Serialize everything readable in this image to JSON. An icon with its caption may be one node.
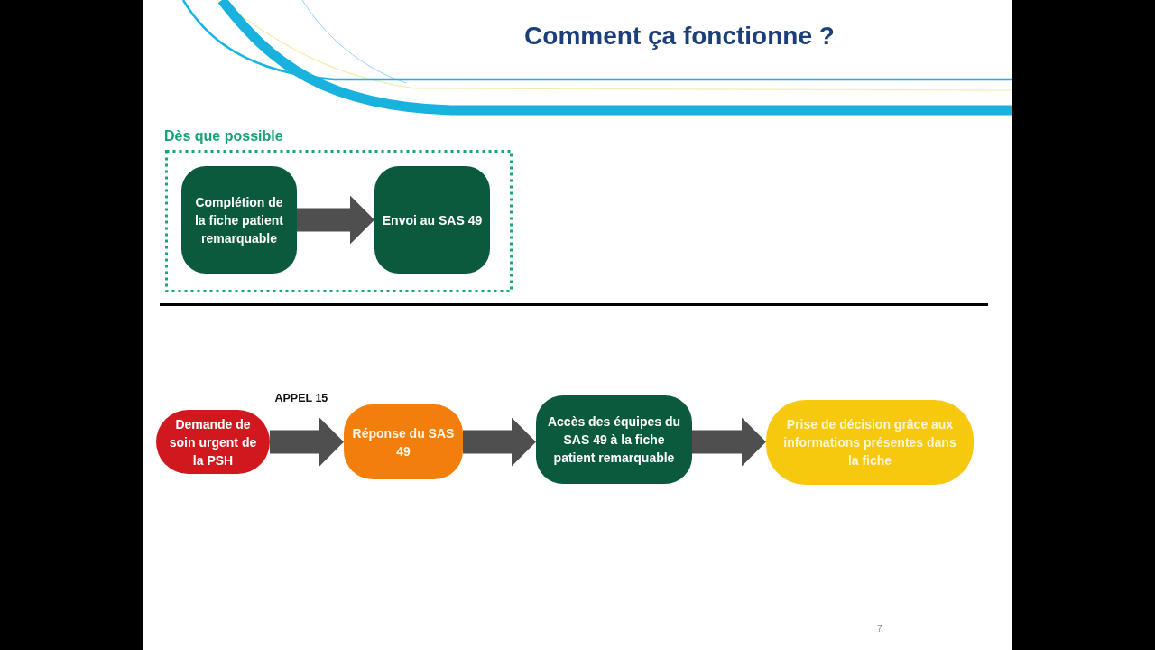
{
  "diagram": {
    "title": "Comment ça fonctionne ?",
    "nodes": [
      {
        "text": [
          "Dès que possible"
        ]
      },
      {
        "text": [
          "Complétion de la fiche patient remarquable"
        ],
        "in": 0
      },
      {
        "text": [
          "Envoi au SAS 49"
        ],
        "in": 0
      },
      {
        "text": [
          "Demande de soin urgent de la PSH"
        ]
      },
      {
        "text": [
          "Réponse du SAS 49"
        ]
      },
      {
        "text": [
          "Accès des équipes du SAS 49 à la fiche patient remarquable"
        ]
      },
      {
        "text": [
          "Prise de décision grâce aux informations présentes dans la fiche"
        ]
      }
    ],
    "edges": [
      {
        "from": 1,
        "to": 2,
        "arrow": "to"
      },
      {
        "from": 3,
        "to": 4,
        "arrow": "to",
        "label": "APPEL 15"
      },
      {
        "from": 4,
        "to": 5,
        "arrow": "to"
      },
      {
        "from": 5,
        "to": 6,
        "arrow": "to"
      }
    ],
    "labels": [
      "7"
    ]
  }
}
